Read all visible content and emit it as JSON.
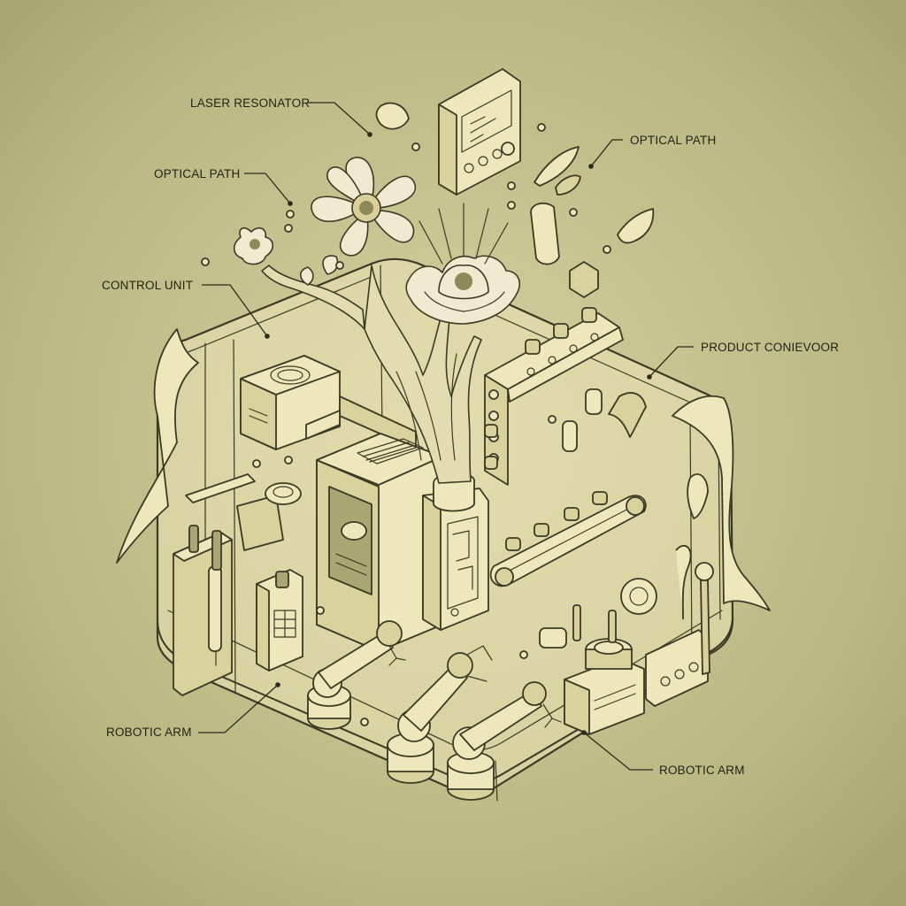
{
  "diagram": {
    "callouts": [
      {
        "id": "laser-resonator",
        "text": "LASER RESONATOR"
      },
      {
        "id": "optical-path-right",
        "text": "OPTICAL PATH"
      },
      {
        "id": "optical-path-left",
        "text": "OPTICAL PATH"
      },
      {
        "id": "control-unit",
        "text": "CONTROL UNIT"
      },
      {
        "id": "product-conveyor",
        "text": "PRODUCT CONIEVOOR"
      },
      {
        "id": "robotic-arm-left",
        "text": "ROBOTIC ARM"
      },
      {
        "id": "robotic-arm-right",
        "text": "ROBOTIC ARM"
      }
    ]
  },
  "colors": {
    "background": "#b4b27d",
    "ink": "#3b3a24",
    "glass": "#ece4b6",
    "petal": "#f1ead0"
  }
}
